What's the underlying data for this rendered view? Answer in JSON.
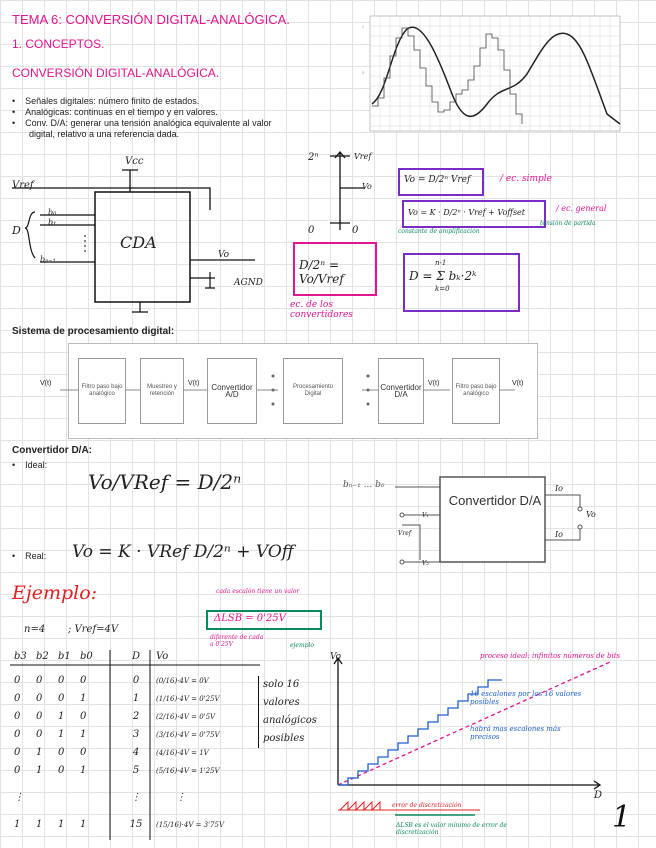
{
  "header": {
    "title": "TEMA 6: CONVERSIÓN DIGITAL-ANALÓGICA.",
    "section": "1.    CONCEPTOS.",
    "subtitle": "CONVERSIÓN DIGITAL-ANALÓGICA."
  },
  "bullets": [
    "Señales digitales: número finito de estados.",
    "Analógicas: continuas en el tiempo y en valores.",
    "Conv. D/A: generar una tensión analógica equivalente al valor",
    "digital, relativo a una referencia dada."
  ],
  "cda": {
    "label": "CDA",
    "vcc": "Vcc",
    "vref": "Vref",
    "d": "D",
    "b0": "b₀",
    "b1": "b₁",
    "bn1": "bₙ₋₁",
    "vo": "Vo",
    "agnd": "AGND",
    "gnd": "⊥"
  },
  "axis": {
    "top": "2ⁿ",
    "top_val": "Vref",
    "bottom": "0",
    "bottom_val": "0",
    "arrow": "Vo"
  },
  "formulas": {
    "f1": "Vo = D/2ⁿ Vref",
    "f1_note": "/ ec. simple",
    "f2": "Vo = K · D/2ⁿ · Vref + Voffset",
    "f2_note": "/ ec. general",
    "f2_sub1": "constante de amplificación",
    "f2_sub2": "tensión de partida",
    "f3": "D/2ⁿ = Vo/Vref",
    "f3_note": "ec. de los convertidores",
    "f4": "D = Σ bₖ·2ᵏ",
    "f4_top": "n-1",
    "f4_bot": "k=0"
  },
  "pipeline": {
    "heading": "Sistema de procesamiento digital:",
    "vin": "V(t)",
    "b1": "Filtro paso bajo analógico",
    "b2": "Muestreo y retención",
    "v2": "V(t)",
    "b3": "Convertidor A/D",
    "b4": "Procesamiento Digital",
    "b5": "Convertidor D/A",
    "v5": "V(t)",
    "b6": "Filtro paso bajo analógico",
    "vout": "V(t)"
  },
  "da": {
    "heading": "Convertidor D/A:",
    "ideal": "Ideal:",
    "real": "Real:",
    "ideal_eq": "Vo/VRef = D/2ⁿ",
    "real_eq": "Vo = K · VRef D/2ⁿ + VOff",
    "bits": "bₙ₋₁ ... b₀",
    "box": "Convertidor D/A",
    "io1": "Io",
    "io2": "Io",
    "vo": "Vo",
    "v1": "V₁",
    "v2": "V₂",
    "vref": "Vref"
  },
  "example": {
    "title": "Ejemplo:",
    "n": "n=4",
    "vref": "; Vref=4V",
    "lsb": "ΔLSB = 0'25V",
    "lsb_note1": "cada escalón tiene un valor",
    "lsb_note2": "diferente de cada a 0'25V",
    "lsb_note3": "ejemplo",
    "cols": [
      "b3",
      "b2",
      "b1",
      "b0",
      "D",
      "Vo"
    ],
    "rows": [
      [
        "0",
        "0",
        "0",
        "0",
        "0",
        "(0/16)·4V = 0V"
      ],
      [
        "0",
        "0",
        "0",
        "1",
        "1",
        "(1/16)·4V = 0'25V"
      ],
      [
        "0",
        "0",
        "1",
        "0",
        "2",
        "(2/16)·4V = 0'5V"
      ],
      [
        "0",
        "0",
        "1",
        "1",
        "3",
        "(3/16)·4V = 0'75V"
      ],
      [
        "0",
        "1",
        "0",
        "0",
        "4",
        "(4/16)·4V = 1V"
      ],
      [
        "0",
        "1",
        "0",
        "1",
        "5",
        "(5/16)·4V = 1'25V"
      ],
      [
        "⋮",
        "",
        "",
        "",
        "⋮",
        "⋮"
      ],
      [
        "1",
        "1",
        "1",
        "1",
        "15",
        "(15/16)·4V = 3'75V"
      ]
    ],
    "note": "solo 16 valores analógicos posibles",
    "graph_vo": "Vo",
    "graph_d": "D",
    "ideal": "proceso ideal: infinitos números de bits",
    "note2": "16 escalones por los 16 valores posibles",
    "note3": "habrá mas escalones más precisos",
    "bottom1": "error de discretización",
    "bottom2": "ΔLSB es el valor mínimo de error de discretización"
  },
  "page_number": "1"
}
